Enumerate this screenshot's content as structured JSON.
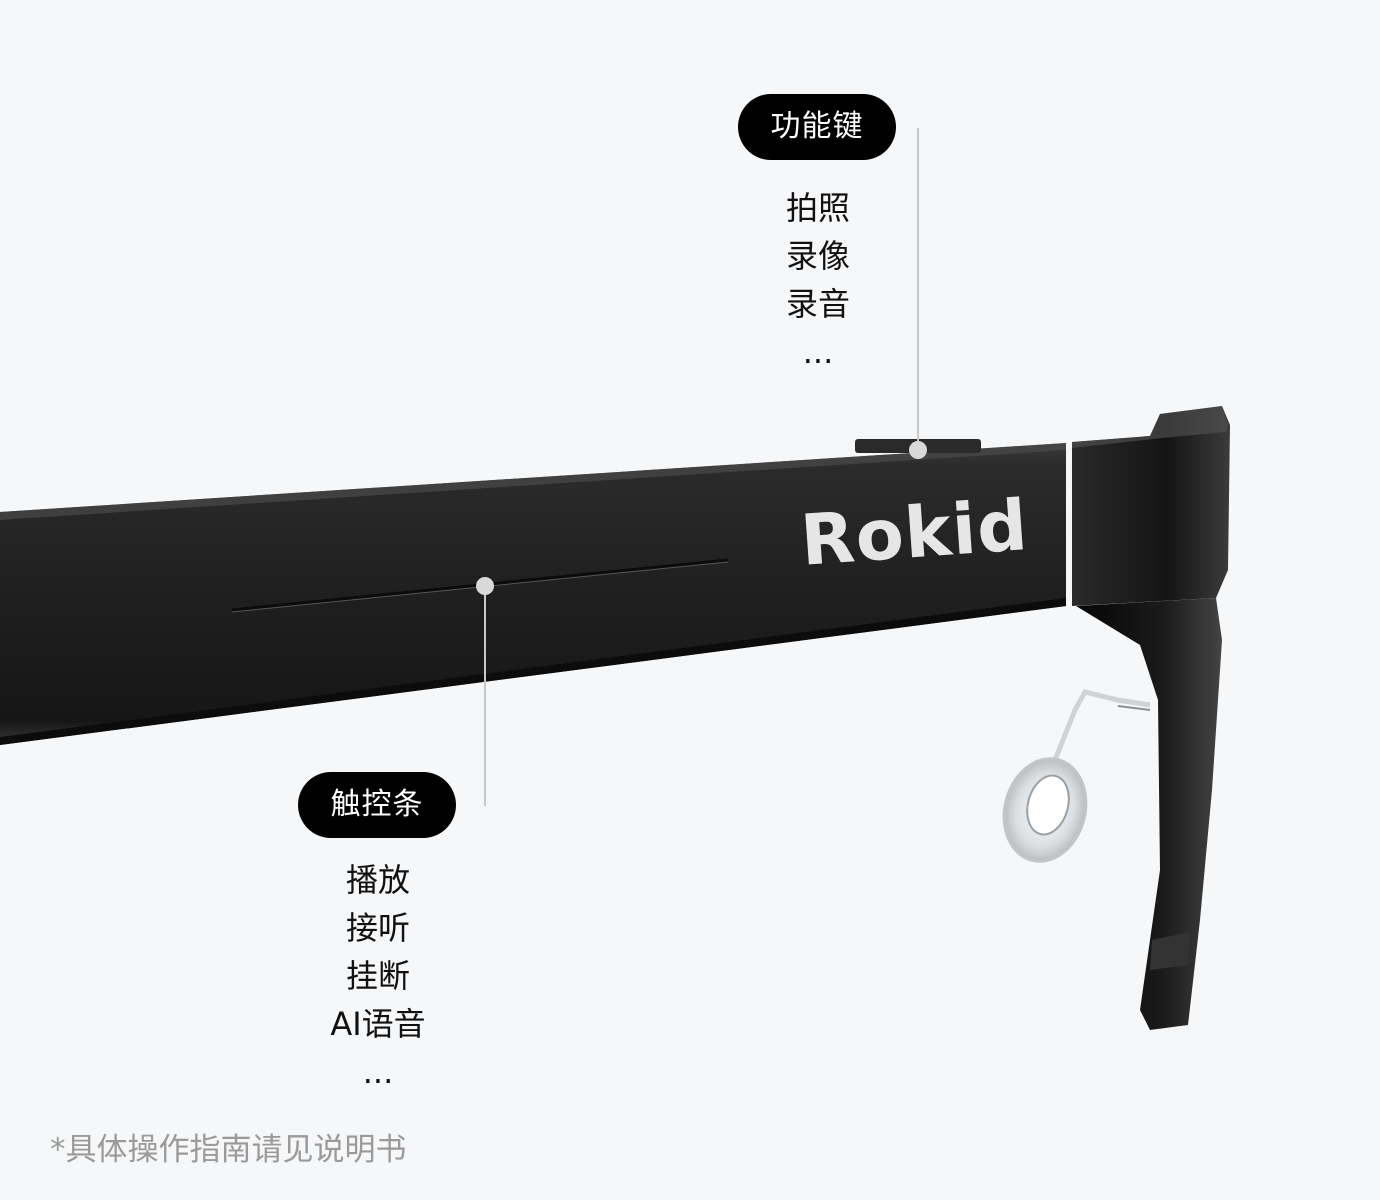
{
  "brand_logo_text": "Rokid",
  "function_key": {
    "title": "功能键",
    "features": [
      "拍照",
      "录像",
      "录音",
      "..."
    ]
  },
  "touch_bar": {
    "title": "触控条",
    "features": [
      "播放",
      "接听",
      "挂断",
      "AI语音",
      "..."
    ]
  },
  "footnote": "*具体操作指南请见说明书",
  "colors": {
    "background": "#f6f7f9",
    "frame": "#1c1c1c",
    "pill": "#000000",
    "logo": "#e6e6e6",
    "leader_line": "#c8c8c8"
  }
}
